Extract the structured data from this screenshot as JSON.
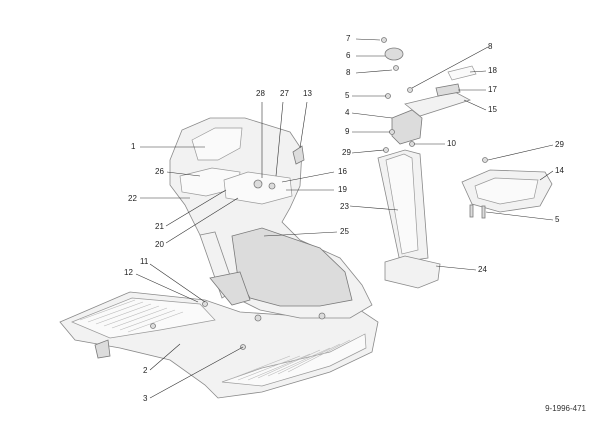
{
  "drawing_number": "9-1996-471",
  "callouts": [
    "1",
    "2",
    "3",
    "4",
    "5",
    "5",
    "6",
    "7",
    "8",
    "8",
    "9",
    "10",
    "11",
    "12",
    "13",
    "14",
    "15",
    "16",
    "17",
    "18",
    "19",
    "20",
    "21",
    "22",
    "23",
    "24",
    "25",
    "26",
    "27",
    "28",
    "29",
    "29"
  ]
}
